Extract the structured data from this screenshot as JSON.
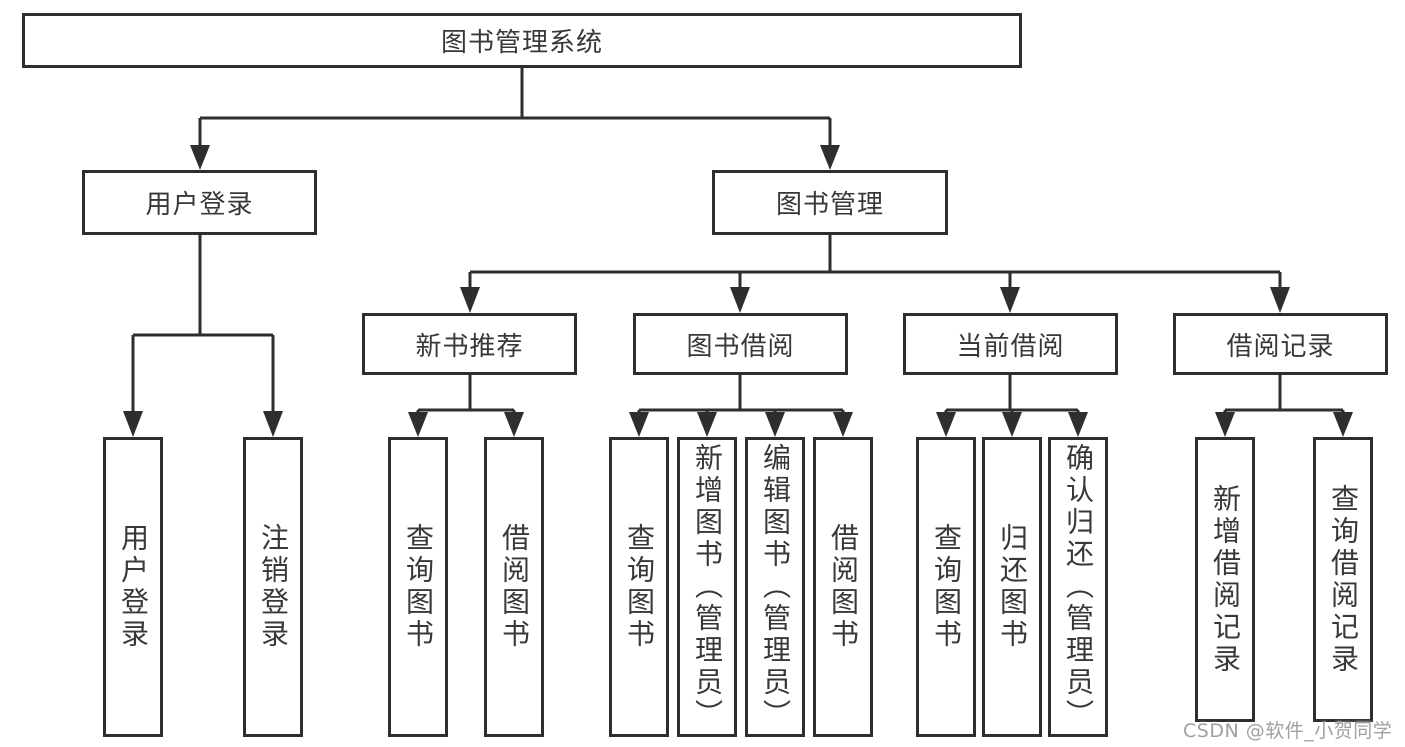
{
  "diagram": {
    "root": {
      "label": "图书管理系统"
    },
    "level1": [
      {
        "id": "user-login",
        "label": "用户登录"
      },
      {
        "id": "book-management",
        "label": "图书管理"
      }
    ],
    "level2": [
      {
        "id": "new-book-recommend",
        "label": "新书推荐",
        "parent": "图书管理"
      },
      {
        "id": "book-borrow",
        "label": "图书借阅",
        "parent": "图书管理"
      },
      {
        "id": "current-borrow",
        "label": "当前借阅",
        "parent": "图书管理"
      },
      {
        "id": "borrow-records",
        "label": "借阅记录",
        "parent": "图书管理"
      }
    ],
    "leaves": [
      {
        "id": "user-login-action",
        "label": "用户登录",
        "parent": "用户登录"
      },
      {
        "id": "logout-action",
        "label": "注销登录",
        "parent": "用户登录"
      },
      {
        "id": "query-books-recommend",
        "label": "查询图书",
        "parent": "新书推荐"
      },
      {
        "id": "borrow-books-recommend",
        "label": "借阅图书",
        "parent": "新书推荐"
      },
      {
        "id": "query-books-borrow",
        "label": "查询图书",
        "parent": "图书借阅"
      },
      {
        "id": "add-books-admin",
        "label": "新增图书（管理员）",
        "parent": "图书借阅"
      },
      {
        "id": "edit-books-admin",
        "label": "编辑图书（管理员）",
        "parent": "图书借阅"
      },
      {
        "id": "borrow-books-borrow",
        "label": "借阅图书",
        "parent": "图书借阅"
      },
      {
        "id": "query-books-current",
        "label": "查询图书",
        "parent": "当前借阅"
      },
      {
        "id": "return-books",
        "label": "归还图书",
        "parent": "当前借阅"
      },
      {
        "id": "confirm-return-admin",
        "label": "确认归还（管理员）",
        "parent": "当前借阅"
      },
      {
        "id": "add-borrow-record",
        "label": "新增借阅记录",
        "parent": "借阅记录"
      },
      {
        "id": "query-borrow-record",
        "label": "查询借阅记录",
        "parent": "借阅记录"
      }
    ]
  },
  "watermark": {
    "text": "CSDN @软件_小贺同学",
    "color": "#9fa0a4"
  },
  "colors": {
    "background": "#ffffff",
    "line": "#2e2e2e",
    "box_border": "#2e2e2e",
    "text": "#383838"
  }
}
